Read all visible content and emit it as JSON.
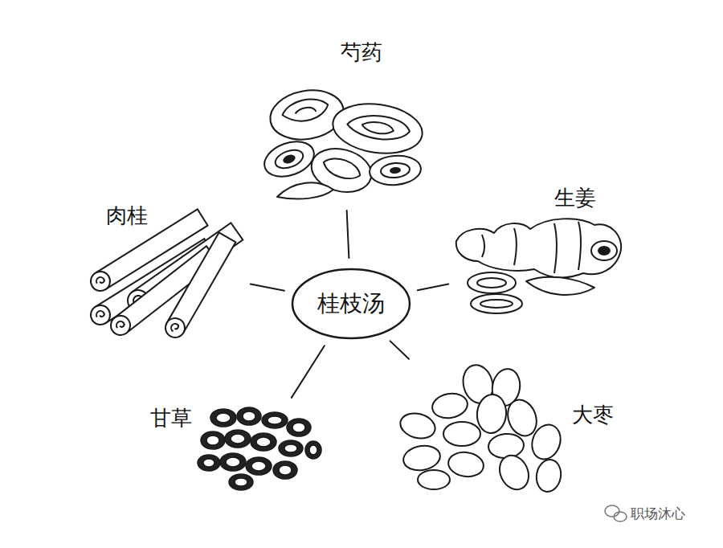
{
  "diagram": {
    "nodes": [
      {
        "text": [
          "桂枝汤"
        ]
      },
      {
        "text": [
          "芍药"
        ]
      },
      {
        "text": [
          "生姜"
        ]
      },
      {
        "text": [
          "大枣"
        ]
      },
      {
        "text": [
          "甘草"
        ]
      },
      {
        "text": [
          "肉桂"
        ]
      }
    ],
    "edges": [
      {
        "from": 0,
        "to": 1,
        "arrow": "none"
      },
      {
        "from": 0,
        "to": 2,
        "arrow": "none"
      },
      {
        "from": 0,
        "to": 3,
        "arrow": "none"
      },
      {
        "from": 0,
        "to": 4,
        "arrow": "none"
      },
      {
        "from": 0,
        "to": 5,
        "arrow": "none"
      }
    ],
    "labels": [
      "职场沐心"
    ]
  }
}
